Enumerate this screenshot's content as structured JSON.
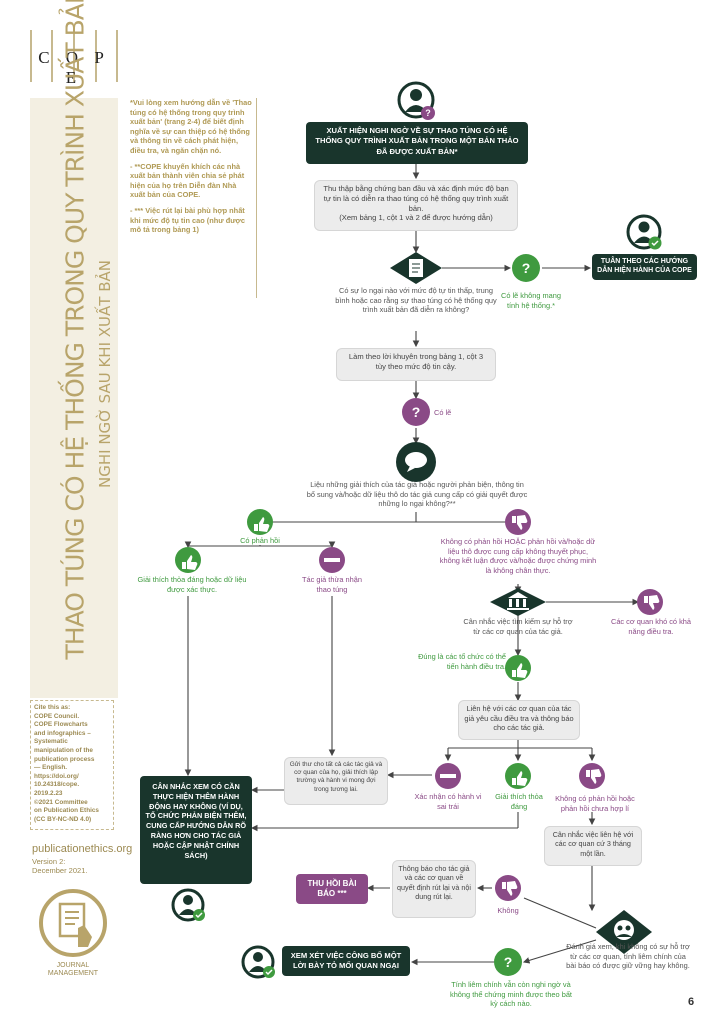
{
  "brand": {
    "logo": "C O P E"
  },
  "sidebar": {
    "title": "THAO TÚNG CÓ HỆ THỐNG TRONG QUY TRÌNH XUẤT BẢN",
    "subtitle": "NGHI NGỜ SAU KHI XUẤT BẢN",
    "cite": "Cite this as:\nCOPE Council.\nCOPE Flowcharts\nand infographics –\nSystematic\nmanipulation of the\npublication process\n— English.\nhttps://doi.org/\n10.24318/cope.\n2019.2.23\n©2021 Committee\non Publication Ethics\n(CC BY-NC-ND 4.0)",
    "site": "publicationethics.org",
    "version": "Version 2:\nDecember 2021.",
    "category": "JOURNAL\nMANAGEMENT"
  },
  "notes": [
    "*Vui lòng xem hướng dẫn về 'Thao túng có hệ thống trong quy trình xuất bản' (trang 2-4) để biết định nghĩa về sự can thiệp có hệ thống và thông tin về cách phát hiện, điều tra, và ngăn chặn nó.",
    "- **COPE khuyến khích các nhà xuất bản thành viên chia sẻ phát hiện của họ trên Diễn đàn Nhà xuất bản của COPE.",
    "- *** Việc rút lại bài phù hợp nhất khi mức độ tụ tin cao (như được mô tả trong bảng 1)"
  ],
  "flow": {
    "start": "XUẤT HIỆN NGHI NGỜ VỀ SỰ THAO TÚNG CÓ HỆ THỐNG QUY TRÌNH XUẤT BẢN TRONG MỘT BẢN THẢO ĐÃ ĐƯỢC XUẤT BẢN*",
    "collect": "Thu thập bằng chứng ban đầu và xác định mức độ bạn tự tin là có diễn ra thao túng có hệ thống quy trình xuất bản.\n(Xem bảng 1, cột 1 và 2 để được hướng dẫn)",
    "follow_guidance": "TUÂN THEO CÁC HƯỚNG DẪN HIỆN HÀNH CỦA COPE",
    "question_confidence": "Có sự lo ngại nào với mức độ tự tin thấp, trung bình hoặc cao rằng sự thao túng có hệ thống quy trình xuất bản đã diễn ra không?",
    "maybe_not": "Có lẽ không mang tính hệ thống.*",
    "table_advice": "Làm theo lời khuyên trong bảng 1, cột 3 tùy theo mức độ tin cậy.",
    "maybe": "Có lẽ",
    "question_response": "Liệu những giải thích của tác giả hoặc người phản biện, thông tin bổ sung và/hoặc dữ liệu thô do tác giả cung cấp có giải quyết được những lo ngại không?**",
    "has_response": "Có phản hồi",
    "no_response": "Không có phản hồi HOẶC phản hồi và/hoặc dữ liệu thô được cung cấp không thuyết phục, không kết luận được và/hoặc được chứng minh là không chân thực.",
    "satisfactory": "Giải thích thỏa đáng hoặc dữ liệu được xác thực.",
    "admit": "Tác giả thừa nhận thao túng",
    "contact_institution": "Cân nhắc việc tìm kiếm sự hỗ trợ từ các cơ quan của tác giả.",
    "unreachable": "Các cơ quan khó có khả năng điều tra.",
    "appropriate": "Đúng là các tổ chức có thể tiến hành điều tra.",
    "contact_ask": "Liên hệ với các cơ quan của tác giả yêu cầu điều tra và thông báo cho các tác giả.",
    "letter": "Gửi thư cho tất cả các tác giả và cơ quan của họ, giải thích lập trường và hành vi mong đợi trong tương lai.",
    "misconduct": "Xác nhận có hành vi sai trái",
    "satisfactory2": "Giải thích thỏa đáng",
    "no_inst_response": "Không có phản hồi hoặc phản hồi chưa hợp lí",
    "recontact": "Cân nhắc việc liên hệ với các cơ quan cứ 3 tháng một lần.",
    "consider_more": "CÂN NHẮC XEM CÓ CẦN THỰC HIỆN THÊM HÀNH ĐỘNG HAY KHÔNG (VÍ DỤ, TỔ CHỨC PHẢN BIỆN THÊM, CUNG CẤP HƯỚNG DẪN RÕ RÀNG HƠN CHO TÁC GIẢ HOẶC CẬP NHẬT CHÍNH SÁCH)",
    "notify": "Thông báo cho tác giả và các cơ quan về quyết định rút lại và nội dung rút lại.",
    "retract": "THU HỒI BÀI BÁO ***",
    "no": "Không",
    "assess": "Đánh giá xem, khi không có sự hỗ trợ từ các cơ quan, tính liêm chính của bài báo có được giữ vững hay không.",
    "concern": "XEM XÉT VIỆC CÔNG BỐ MỘT LỜI BÀY TỎ MỐI QUAN NGẠI",
    "integrity_doubt": "Tính liêm chính vẫn còn nghi ngờ và không thể chứng minh được theo bất kỳ cách nào."
  },
  "page_number": "6",
  "colors": {
    "dark": "#19352c",
    "gold": "#b8a46a",
    "green": "#3f9a3f",
    "purple": "#8a4a86",
    "grey_box": "#ececec"
  }
}
